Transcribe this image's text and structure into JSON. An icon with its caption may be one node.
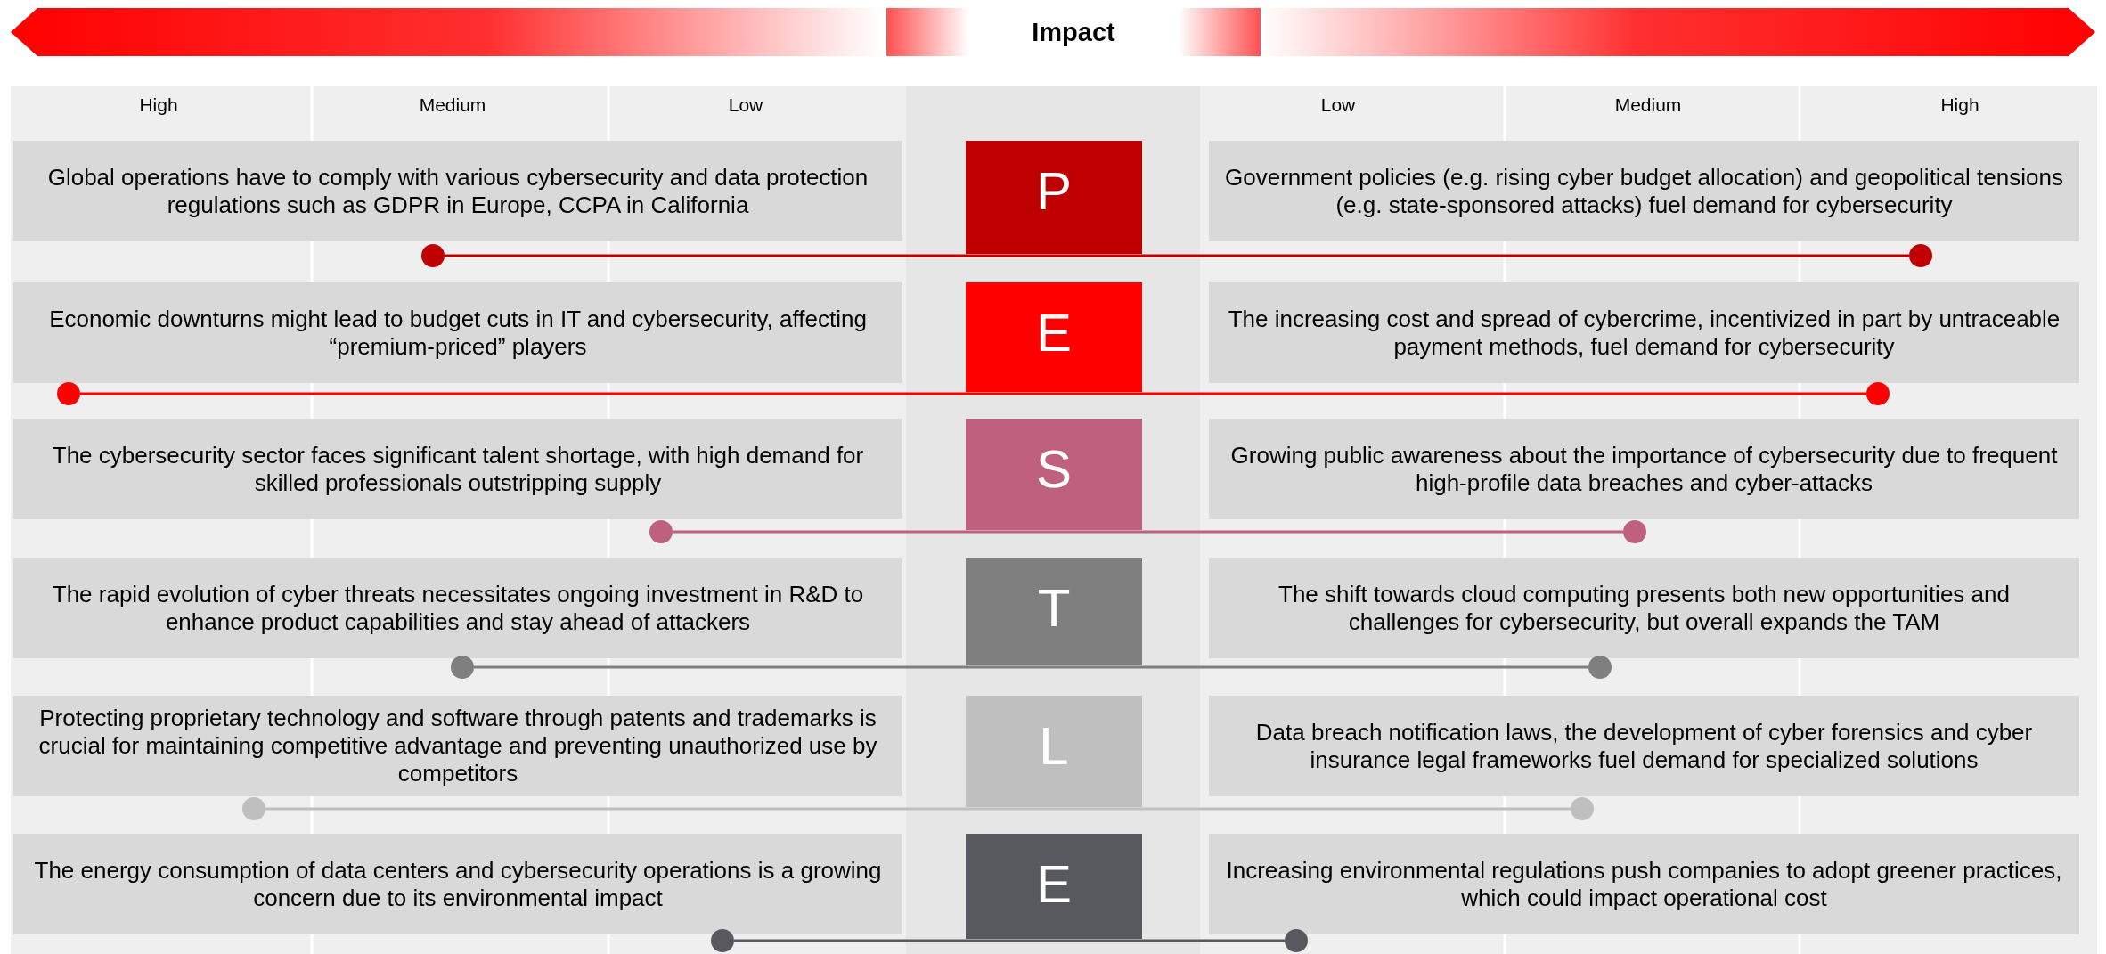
{
  "diagram": {
    "nodes": [
      {
        "text": [
          "Impact"
        ]
      },
      {
        "text": [
          "Global operations have to comply with various cybersecurity and data protection regulations such as GDPR in Europe, CCPA in California"
        ]
      },
      {
        "text": [
          "P"
        ]
      },
      {
        "text": [
          "Government policies (e.g. rising cyber budget allocation) and geopolitical tensions (e.g. state-sponsored attacks) fuel demand for cybersecurity"
        ]
      },
      {
        "text": [],
        "shape": "circle"
      },
      {
        "text": [],
        "shape": "circle"
      },
      {
        "text": [
          "Economic downturns might lead to budget cuts in IT and cybersecurity, affecting “premium-priced” players"
        ]
      },
      {
        "text": [
          "E"
        ]
      },
      {
        "text": [
          "The increasing cost and spread of cybercrime, incentivized in part by untraceable payment methods, fuel demand for cybersecurity"
        ]
      },
      {
        "text": [],
        "shape": "circle"
      },
      {
        "text": [],
        "shape": "circle"
      },
      {
        "text": [
          "The cybersecurity sector faces significant talent shortage, with high demand for skilled professionals outstripping supply"
        ]
      },
      {
        "text": [
          "S"
        ]
      },
      {
        "text": [
          "Growing public awareness about the importance of cybersecurity due to frequent high-profile data breaches and cyber-attacks"
        ]
      },
      {
        "text": [],
        "shape": "circle"
      },
      {
        "text": [],
        "shape": "circle"
      },
      {
        "text": [
          "The rapid evolution of cyber threats necessitates ongoing investment in R&D to enhance product capabilities and stay ahead of attackers"
        ]
      },
      {
        "text": [
          "T"
        ]
      },
      {
        "text": [
          "The shift towards cloud computing presents both new opportunities and challenges for cybersecurity, but overall expands the TAM"
        ]
      },
      {
        "text": [],
        "shape": "circle"
      },
      {
        "text": [],
        "shape": "circle"
      },
      {
        "text": [
          "Protecting proprietary technology and software through patents and trademarks is crucial for maintaining competitive advantage and preventing unauthorized use by competitors"
        ]
      },
      {
        "text": [
          "L"
        ]
      },
      {
        "text": [
          "Data breach notification laws, the development of cyber forensics and cyber insurance legal frameworks fuel demand for specialized solutions"
        ]
      },
      {
        "text": [],
        "shape": "circle"
      },
      {
        "text": [],
        "shape": "circle"
      },
      {
        "text": [
          "The energy consumption of data centers and cybersecurity operations is a growing concern due to its environmental impact"
        ]
      },
      {
        "text": [
          "E"
        ]
      },
      {
        "text": [
          "Increasing environmental regulations push companies to adopt greener practices, which could impact operational cost"
        ]
      },
      {
        "text": [],
        "shape": "circle"
      },
      {
        "text": [],
        "shape": "circle"
      }
    ],
    "edges": [
      {
        "from": 4,
        "to": 5,
        "arrow": "none",
        "color": "#c00000"
      },
      {
        "from": 9,
        "to": 10,
        "arrow": "none",
        "color": "#ff0000"
      },
      {
        "from": 14,
        "to": 15,
        "arrow": "none",
        "color": "#c0607f"
      },
      {
        "from": 19,
        "to": 20,
        "arrow": "none",
        "color": "#7f7f7f"
      },
      {
        "from": 24,
        "to": 25,
        "arrow": "none",
        "color": "#bfbfbf"
      },
      {
        "from": 29,
        "to": 30,
        "arrow": "none",
        "color": "#58585f"
      }
    ],
    "labels": [
      "High",
      "Medium",
      "Low",
      "Low",
      "Medium",
      "High"
    ]
  }
}
